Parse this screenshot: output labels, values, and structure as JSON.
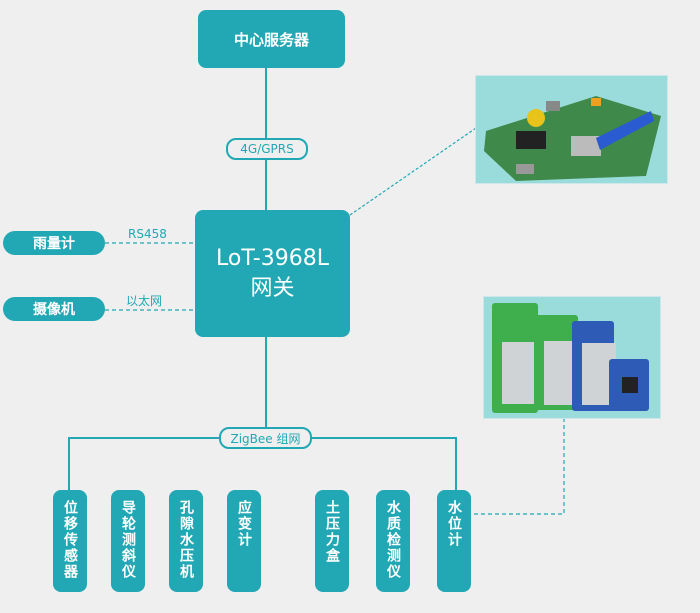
{
  "server": {
    "label": "中心服务器"
  },
  "uplink": {
    "label": "4G/GPRS"
  },
  "gateway": {
    "line1": "LoT-3968L",
    "line2": "网关"
  },
  "left_devices": [
    {
      "label": "雨量计",
      "link": "RS458"
    },
    {
      "label": "摄像机",
      "link": "以太网"
    }
  ],
  "zigbee": {
    "label": "ZigBee 组网"
  },
  "sensors": [
    {
      "label": "位移传感器"
    },
    {
      "label": "导轮测斜仪"
    },
    {
      "label": "孔隙水压机"
    },
    {
      "label": "应变计"
    },
    {
      "label": "土压力盒"
    },
    {
      "label": "水质检测仪"
    },
    {
      "label": "水位计"
    }
  ],
  "images": {
    "gateway_board": "gateway circuit board photo",
    "zigbee_modules": "ZigBee ZM51 module photo"
  },
  "colors": {
    "primary": "#21a8b4",
    "background": "#efefef",
    "photo_bg": "#9adcdc"
  }
}
